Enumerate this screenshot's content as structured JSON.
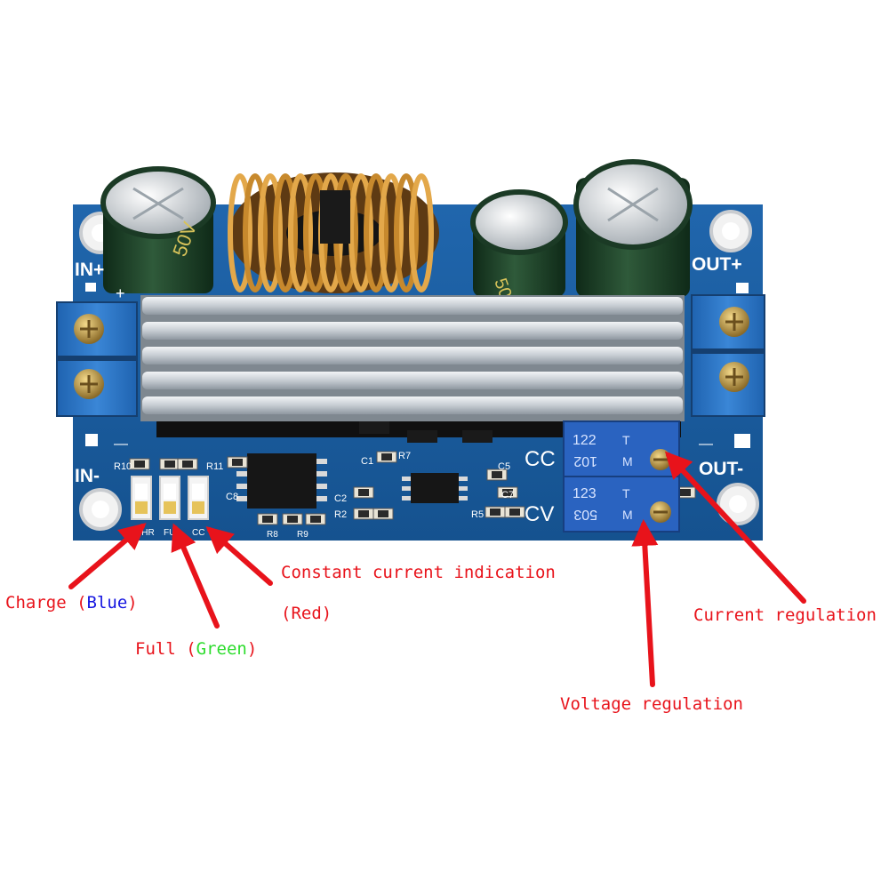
{
  "board": {
    "terminal_labels": {
      "in_plus": "IN+",
      "in_minus": "IN-",
      "out_plus": "OUT+",
      "out_minus": "OUT-",
      "plus_sign": "+",
      "minus_sign": "—"
    },
    "mode_labels": {
      "cc": "CC",
      "cv": "CV"
    },
    "component_labels": {
      "r10": "R10",
      "r11": "R11",
      "c8": "C8",
      "c1": "C1",
      "r7": "R7",
      "c2": "C2",
      "r2": "R2",
      "c5": "C5",
      "c7": "C7",
      "r5": "R5",
      "r8": "R8",
      "r9": "R9",
      "led_chr": "CHR",
      "led_ful": "FUL",
      "led_cc": "CC"
    },
    "pot_current": {
      "line1": "122",
      "line2": "102",
      "mark1": "T",
      "mark2": "M"
    },
    "pot_voltage": {
      "line1": "123",
      "line2": "503",
      "mark1": "T",
      "mark2": "M"
    },
    "capacitor_print": "50V"
  },
  "annotations": {
    "charge": {
      "prefix": "Charge (",
      "color_word": "Blue",
      "suffix": ")"
    },
    "full": {
      "prefix": "Full (",
      "color_word": "Green",
      "suffix": ")"
    },
    "constant_current": {
      "line1": "Constant current indication",
      "line2": "(Red)"
    },
    "current_regulation": "Current regulation",
    "voltage_regulation": "Voltage regulation"
  },
  "colors": {
    "pcb": "#1d5ea3",
    "annotation_red": "#e8131b",
    "word_blue": "#1515e0",
    "word_green": "#2ddc2d"
  }
}
